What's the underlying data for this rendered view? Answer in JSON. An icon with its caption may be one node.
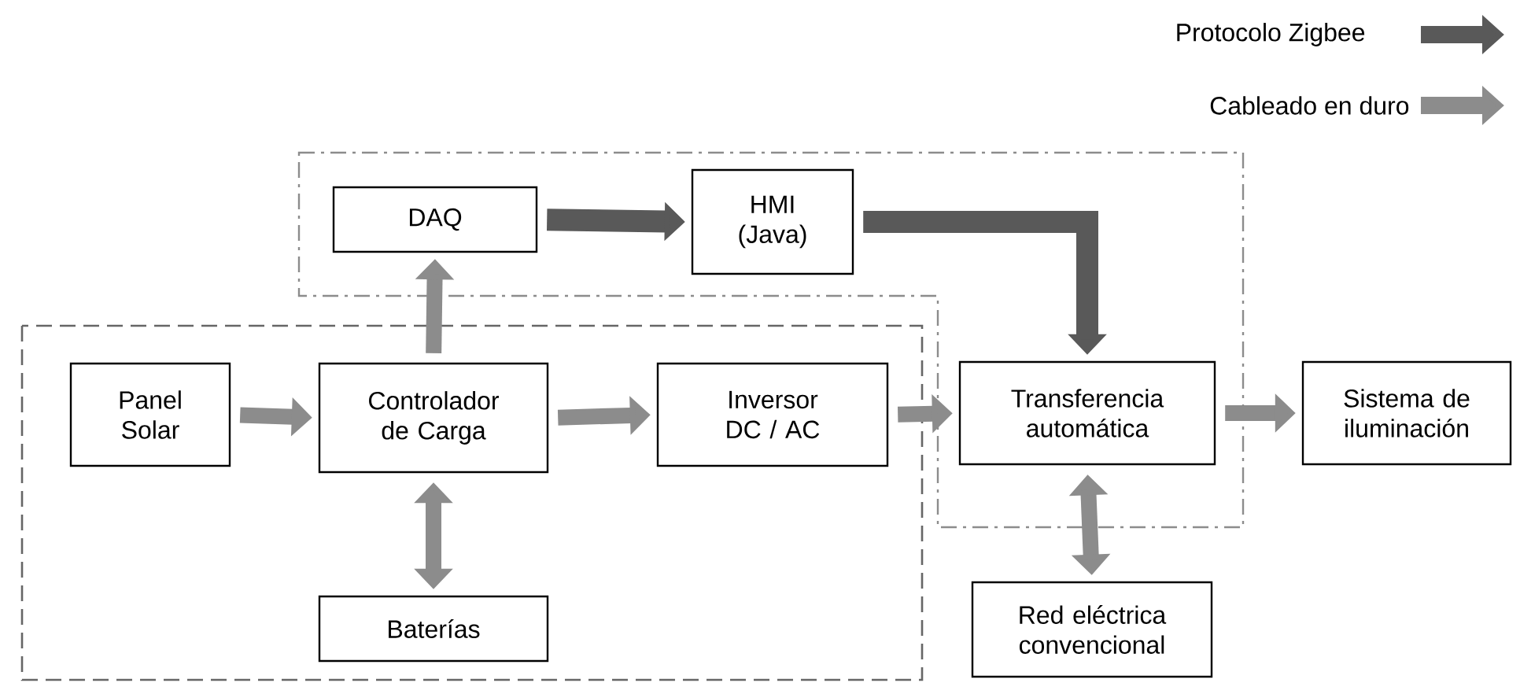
{
  "diagram": {
    "nodes": [
      {
        "text": [
          "Panel Solar"
        ]
      },
      {
        "text": [
          "Controlador de Carga"
        ]
      },
      {
        "text": [
          "Baterías"
        ]
      },
      {
        "text": [
          "Inversor DC / AC"
        ]
      },
      {
        "text": [
          "DAQ"
        ]
      },
      {
        "text": [
          "HMI (Java)"
        ]
      },
      {
        "text": [
          "Transferencia automática"
        ]
      },
      {
        "text": [
          "Sistema de iluminación"
        ]
      },
      {
        "text": [
          "Red eléctrica convencional"
        ]
      }
    ],
    "edges": [
      {
        "from": 0,
        "to": 1,
        "arrow": "to"
      },
      {
        "from": 1,
        "to": 4,
        "arrow": "to"
      },
      {
        "from": 1,
        "to": 3,
        "arrow": "to"
      },
      {
        "from": 1,
        "to": 2,
        "arrow": "both"
      },
      {
        "from": 4,
        "to": 5,
        "arrow": "to",
        "color": "#595959"
      },
      {
        "from": 5,
        "to": 6,
        "arrow": "to",
        "color": "#595959"
      },
      {
        "from": 3,
        "to": 6,
        "arrow": "to"
      },
      {
        "from": 6,
        "to": 7,
        "arrow": "to"
      },
      {
        "from": 6,
        "to": 8,
        "arrow": "both"
      }
    ],
    "legend": [
      {
        "text": "Protocolo Zigbee",
        "color": "#595959"
      },
      {
        "text": "Cableado en duro",
        "color": "#8c8c8c"
      }
    ]
  }
}
